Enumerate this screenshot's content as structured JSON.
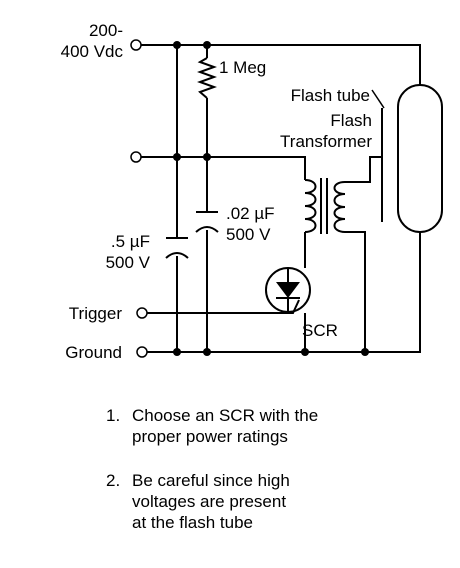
{
  "diagram": {
    "labels": {
      "supply": "200-\n400 Vdc",
      "resistor": "1 Meg",
      "flash_tube": "Flash tube",
      "transformer": "Flash\nTransformer",
      "small_cap": ".02 µF\n500 V",
      "big_cap": ".5 µF\n500 V",
      "trigger": "Trigger",
      "ground": "Ground",
      "scr": "SCR"
    }
  },
  "notes": [
    {
      "num": "1.",
      "text": "Choose an SCR with the\nproper power ratings"
    },
    {
      "num": "2.",
      "text": "Be careful since high\nvoltages are present\nat the flash tube"
    }
  ]
}
